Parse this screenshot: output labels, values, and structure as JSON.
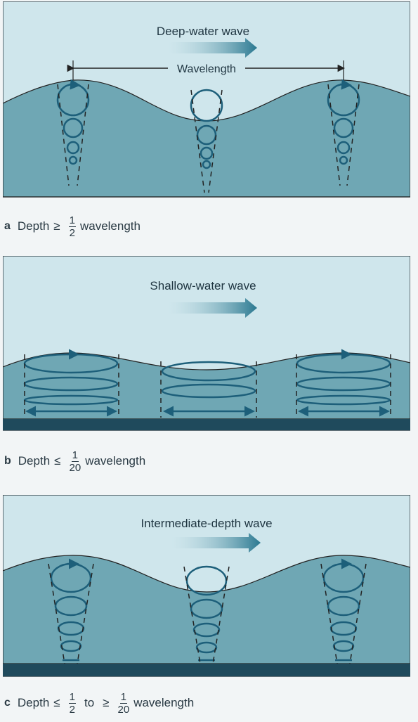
{
  "panels": [
    {
      "id": "a",
      "title": "Deep-water wave",
      "wavelength_label": "Wavelength",
      "caption": {
        "letter": "a",
        "prefix": "Depth",
        "op1": "≥",
        "num1": "1",
        "den1": "2",
        "suffix": "wavelength"
      }
    },
    {
      "id": "b",
      "title": "Shallow-water wave",
      "caption": {
        "letter": "b",
        "prefix": "Depth",
        "op1": "≤",
        "num1": "1",
        "den1": "20",
        "suffix": "wavelength"
      }
    },
    {
      "id": "c",
      "title": "Intermediate-depth wave",
      "caption": {
        "letter": "c",
        "prefix": "Depth",
        "op1": "≤",
        "num1": "1",
        "den1": "2",
        "mid": "to",
        "op2": "≥",
        "num2": "1",
        "den2": "20",
        "suffix": "wavelength"
      }
    }
  ],
  "colors": {
    "sky": "#cfe6ec",
    "water": "#6fa7b4",
    "water_dark": "#5e96a5",
    "orbit": "#1d5f7a",
    "seafloor": "#1f4a5c",
    "arrow": "#2a7890",
    "frame": "#3a4a50"
  }
}
